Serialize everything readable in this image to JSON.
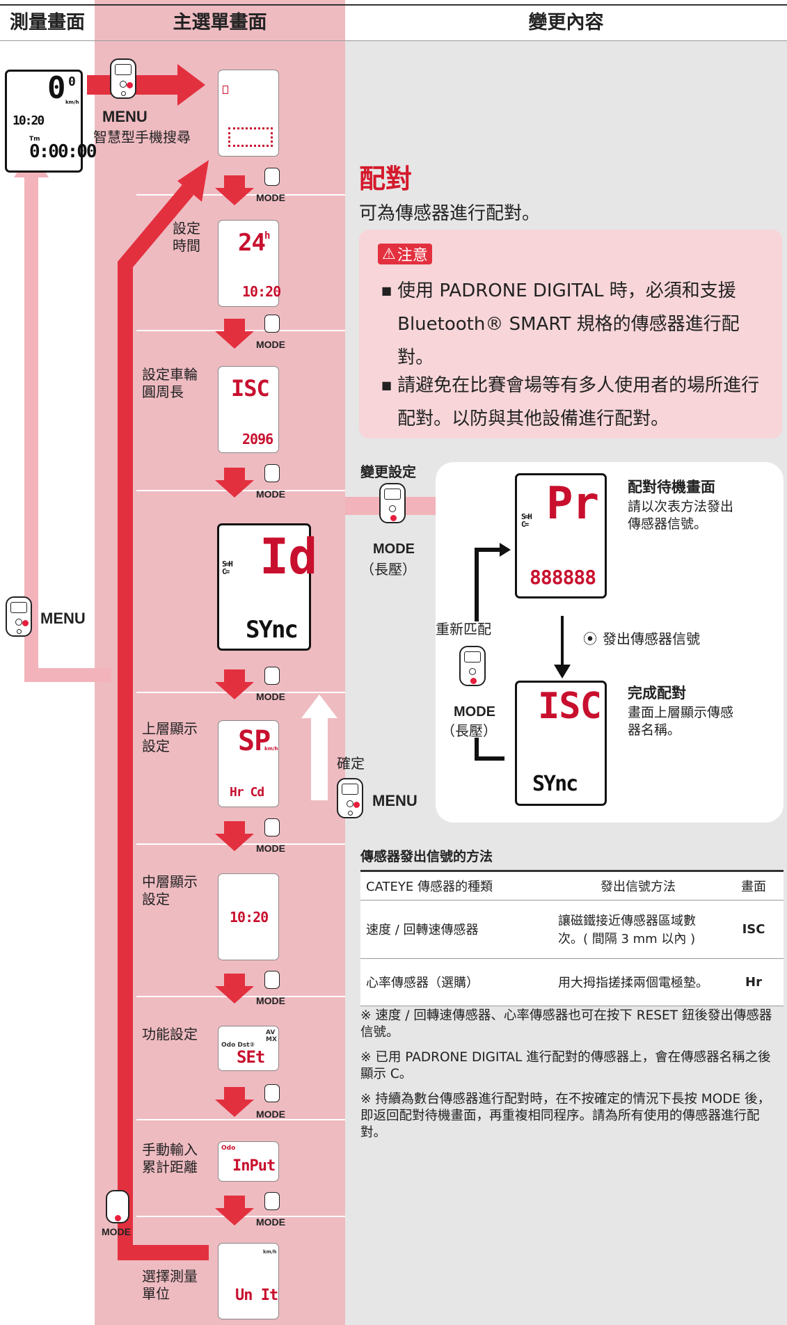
{
  "columns": {
    "measure": "測量畫面",
    "main_menu": "主選單畫面",
    "change": "變更內容"
  },
  "labels": {
    "menu": "MENU",
    "mode": "MODE",
    "smartphone_search": "智慧型手機搜尋",
    "set_time": "設定\n時間",
    "set_wheel": "設定車輪\n圓周長",
    "upper_display": "上層顯示\n設定",
    "middle_display": "中層顯示\n設定",
    "function_setting": "功能設定",
    "manual_odo": "手動輸入\n累計距離",
    "select_unit": "選擇測量\n單位"
  },
  "lcd": {
    "measure_speed": "0",
    "measure_speed_sub": "0",
    "measure_unit": "km/h",
    "measure_clock": "10:20",
    "measure_tm": "Tm",
    "measure_time": "0:00:00",
    "time_24h": "24",
    "time_h": "h",
    "time_value": "10:20",
    "wheel_top": "ISC",
    "wheel_value": "2096",
    "id_top": "Id",
    "id_bottom": "SYnc",
    "sce_h": "S=H\nC=",
    "upper_sp": "SP",
    "upper_unit": "km/h",
    "upper_bottom": "Hr  Cd",
    "middle_value": "10:20",
    "func_odo": "Odo  Dst②",
    "func_avmx": "AV\nMX",
    "func_set": "SEt",
    "input_odo": "Odo",
    "input_text": "InPut",
    "unit_kmh": "km/h",
    "unit_text": "Un It",
    "pair_pr": "Pr",
    "pair_888": "888888",
    "done_top": "ISC",
    "done_bottom": "SYnc"
  },
  "content": {
    "title": "配對",
    "intro": "可為傳感器進行配對。",
    "caution_label": "注意",
    "caution_items": [
      "使用 PADRONE DIGITAL 時，必須和支援 Bluetooth® SMART 規格的傳感器進行配對。",
      "請避免在比賽會場等有多人使用者的場所進行配對。以防與其他設備進行配對。"
    ],
    "change_setting": "變更設定",
    "long_press": "（長壓）",
    "confirm": "確定",
    "repair": "重新匹配",
    "pair_wait_title": "配對待機畫面",
    "pair_wait_desc": "請以次表方法發出\n傳感器信號。",
    "send_signal": "發出傳感器信號",
    "pair_done_title": "完成配對",
    "pair_done_desc": "畫面上層顯示傳感\n器名稱。"
  },
  "table": {
    "caption": "傳感器發出信號的方法",
    "headers": [
      "CATEYE 傳感器的種類",
      "發出信號方法",
      "畫面"
    ],
    "rows": [
      [
        "速度 / 回轉速傳感器",
        "讓磁鐵接近傳感器區域數次。( 間隔 3 mm 以內 )",
        "ISC"
      ],
      [
        "心率傳感器（選購）",
        "用大拇指搓揉兩個電極墊。",
        "Hr"
      ]
    ]
  },
  "notes": [
    "※ 速度 / 回轉速傳感器、心率傳感器也可在按下 RESET 鈕後發出傳感器信號。",
    "※ 已用 PADRONE DIGITAL 進行配對的傳感器上，會在傳感器名稱之後顯示 C。",
    "※ 持續為數台傳感器進行配對時，在不按確定的情況下長按 MODE 後，即返回配對待機畫面，再重複相同程序。請為所有使用的傳感器進行配對。"
  ],
  "colors": {
    "band_pink": "#eebbc1",
    "arrow_red": "#e3303f",
    "arrow_light": "#f3b3bb",
    "right_bg": "#e6e6e6",
    "caution_bg": "#f7d5d8",
    "title_red": "#d41a2c"
  }
}
